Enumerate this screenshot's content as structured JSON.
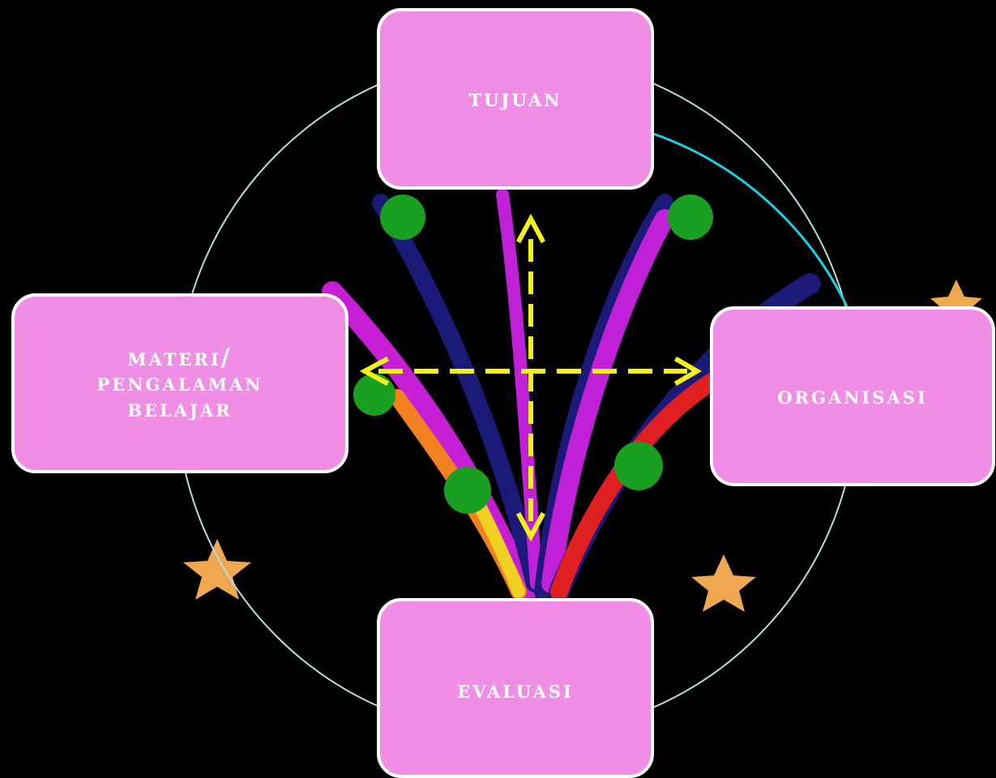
{
  "diagram": {
    "nodes": {
      "top": "Tujuan",
      "left": "Materi/\nPengalaman\nBelajar",
      "right": "Organisasi",
      "bottom": "Evaluasi"
    }
  },
  "colors": {
    "node_fill": "#f08ee6",
    "node_border": "#ffffff",
    "arrow": "#f2f21a",
    "ring": "#b8dde0",
    "ring_accent": "#19d2e6",
    "background": "#000000"
  }
}
